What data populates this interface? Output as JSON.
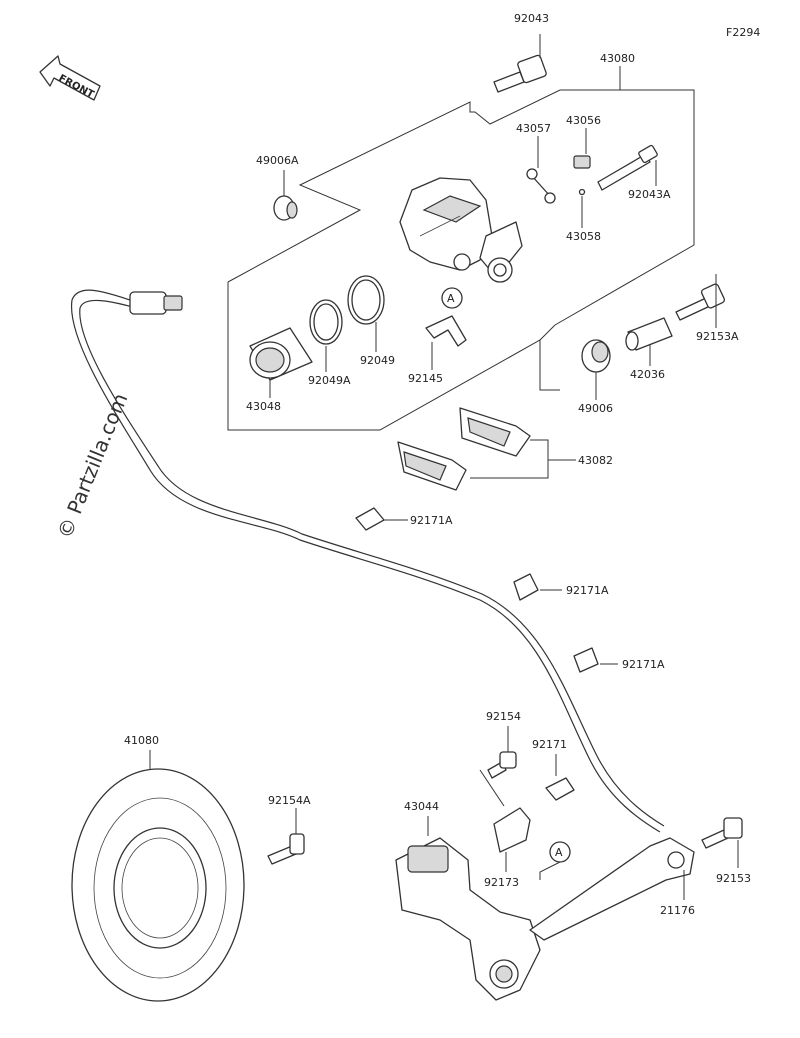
{
  "diagram": {
    "figure_code": "F2294",
    "front_label": "FRONT",
    "watermark": "© Partzilla.com",
    "callout_a": "A",
    "callouts": [
      {
        "id": "c-92043",
        "text": "92043"
      },
      {
        "id": "c-43080",
        "text": "43080"
      },
      {
        "id": "c-43057",
        "text": "43057"
      },
      {
        "id": "c-43056",
        "text": "43056"
      },
      {
        "id": "c-49006A",
        "text": "49006A"
      },
      {
        "id": "c-92043A",
        "text": "92043A"
      },
      {
        "id": "c-43058",
        "text": "43058"
      },
      {
        "id": "c-92153A",
        "text": "92153A"
      },
      {
        "id": "c-92049",
        "text": "92049"
      },
      {
        "id": "c-92049A",
        "text": "92049A"
      },
      {
        "id": "c-92145",
        "text": "92145"
      },
      {
        "id": "c-43048",
        "text": "43048"
      },
      {
        "id": "c-42036",
        "text": "42036"
      },
      {
        "id": "c-49006",
        "text": "49006"
      },
      {
        "id": "c-43082",
        "text": "43082"
      },
      {
        "id": "c-92171A-1",
        "text": "92171A"
      },
      {
        "id": "c-92171A-2",
        "text": "92171A"
      },
      {
        "id": "c-92171A-3",
        "text": "92171A"
      },
      {
        "id": "c-41080",
        "text": "41080"
      },
      {
        "id": "c-92154",
        "text": "92154"
      },
      {
        "id": "c-92171",
        "text": "92171"
      },
      {
        "id": "c-92154A",
        "text": "92154A"
      },
      {
        "id": "c-43044",
        "text": "43044"
      },
      {
        "id": "c-92173",
        "text": "92173"
      },
      {
        "id": "c-21176",
        "text": "21176"
      },
      {
        "id": "c-92153",
        "text": "92153"
      }
    ]
  }
}
